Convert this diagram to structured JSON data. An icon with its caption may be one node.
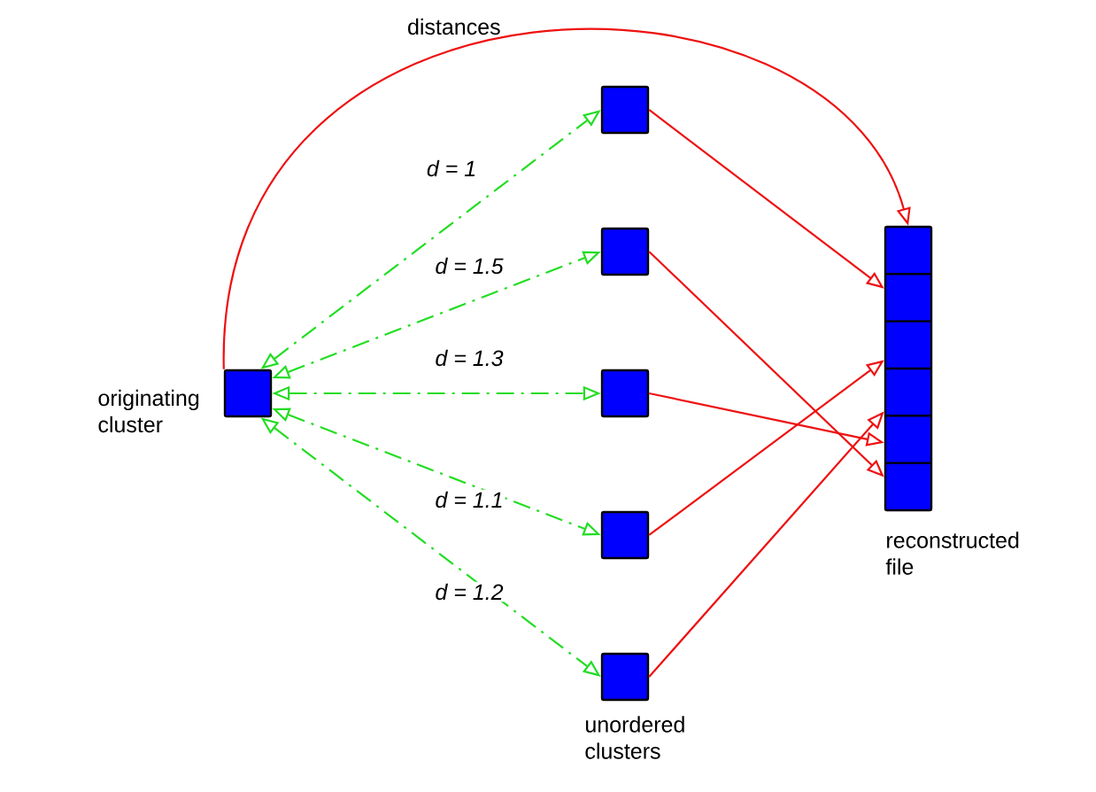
{
  "diagram": {
    "nodes": [
      {
        "text": [
          "originating cluster"
        ]
      },
      {
        "text": [],
        "shape": "box"
      },
      {
        "text": [],
        "shape": "box"
      },
      {
        "text": [],
        "shape": "box"
      },
      {
        "text": [],
        "shape": "box"
      },
      {
        "text": [],
        "shape": "box"
      },
      {
        "text": [
          "reconstructed file"
        ]
      }
    ],
    "edges": [
      {
        "from": 0,
        "to": 6,
        "arrow": "to"
      },
      {
        "from": 0,
        "to": 1,
        "arrow": "both",
        "label": "d = 1",
        "style": "dashed",
        "color": "#22dd22"
      },
      {
        "from": 0,
        "to": 2,
        "arrow": "both",
        "label": "d = 1.5",
        "style": "dashed",
        "color": "#22dd22"
      },
      {
        "from": 0,
        "to": 3,
        "arrow": "both",
        "label": "d = 1.3",
        "style": "dashed",
        "color": "#22dd22"
      },
      {
        "from": 0,
        "to": 4,
        "arrow": "both",
        "label": "d = 1.1",
        "style": "dashed",
        "color": "#22dd22"
      },
      {
        "from": 0,
        "to": 5,
        "arrow": "both",
        "label": "d = 1.2",
        "style": "dashed",
        "color": "#22dd22"
      },
      {
        "from": 1,
        "to": 6,
        "arrow": "to"
      },
      {
        "from": 2,
        "to": 6,
        "arrow": "to"
      },
      {
        "from": 3,
        "to": 6,
        "arrow": "to"
      },
      {
        "from": 4,
        "to": 6,
        "arrow": "to"
      },
      {
        "from": 5,
        "to": 6,
        "arrow": "to"
      }
    ],
    "labels": [
      "distances",
      "unordered clusters"
    ]
  }
}
